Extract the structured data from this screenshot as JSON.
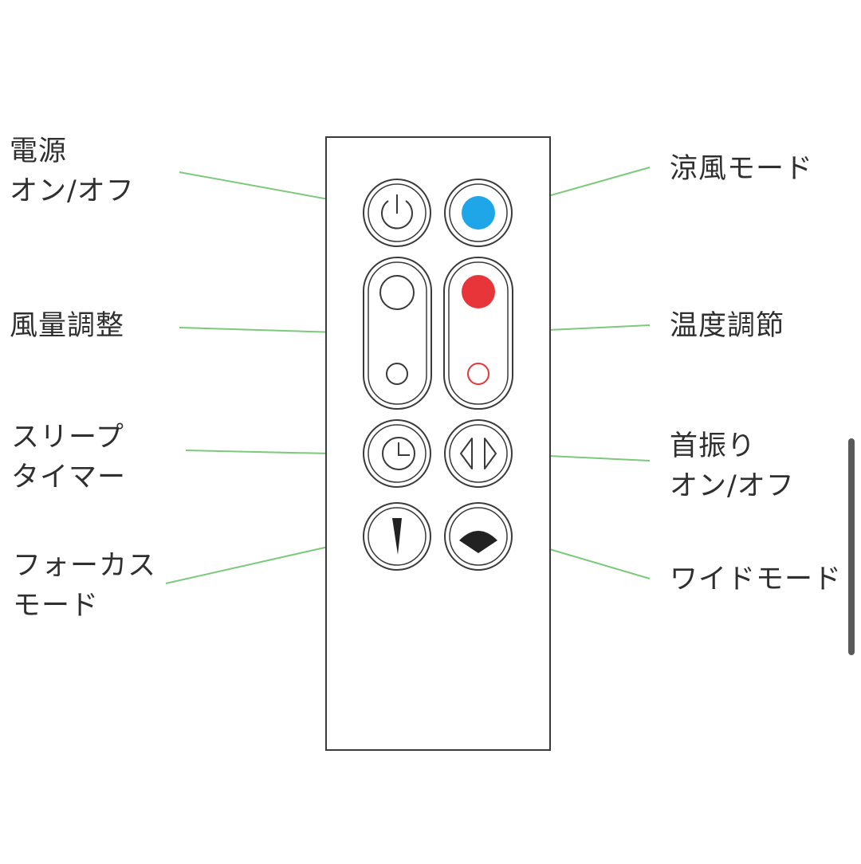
{
  "labels": {
    "power": [
      "電源",
      "オン/オフ"
    ],
    "cool_mode": [
      "涼風モード"
    ],
    "airflow": [
      "風量調整"
    ],
    "temperature": [
      "温度調節"
    ],
    "sleep_timer": [
      "スリープ",
      "タイマー"
    ],
    "oscillation": [
      "首振り",
      "オン/オフ"
    ],
    "focus_mode": [
      "フォーカス",
      "モード"
    ],
    "wide_mode": [
      "ワイドモード"
    ]
  },
  "icons": {
    "power": "power-icon",
    "cool": "blue-dot-icon",
    "airflow_up": "large-circle-icon",
    "airflow_down": "small-circle-icon",
    "temp_up": "red-dot-icon",
    "temp_down": "small-red-circle-icon",
    "sleep": "clock-icon",
    "oscillate": "oscillation-arrows-icon",
    "focus": "focus-cone-icon",
    "wide": "wide-fan-icon"
  },
  "colors": {
    "leader_line": "#7cc97c",
    "cool_blue": "#1ea6e8",
    "heat_red": "#e8353a",
    "outline": "#3a3a3a"
  }
}
